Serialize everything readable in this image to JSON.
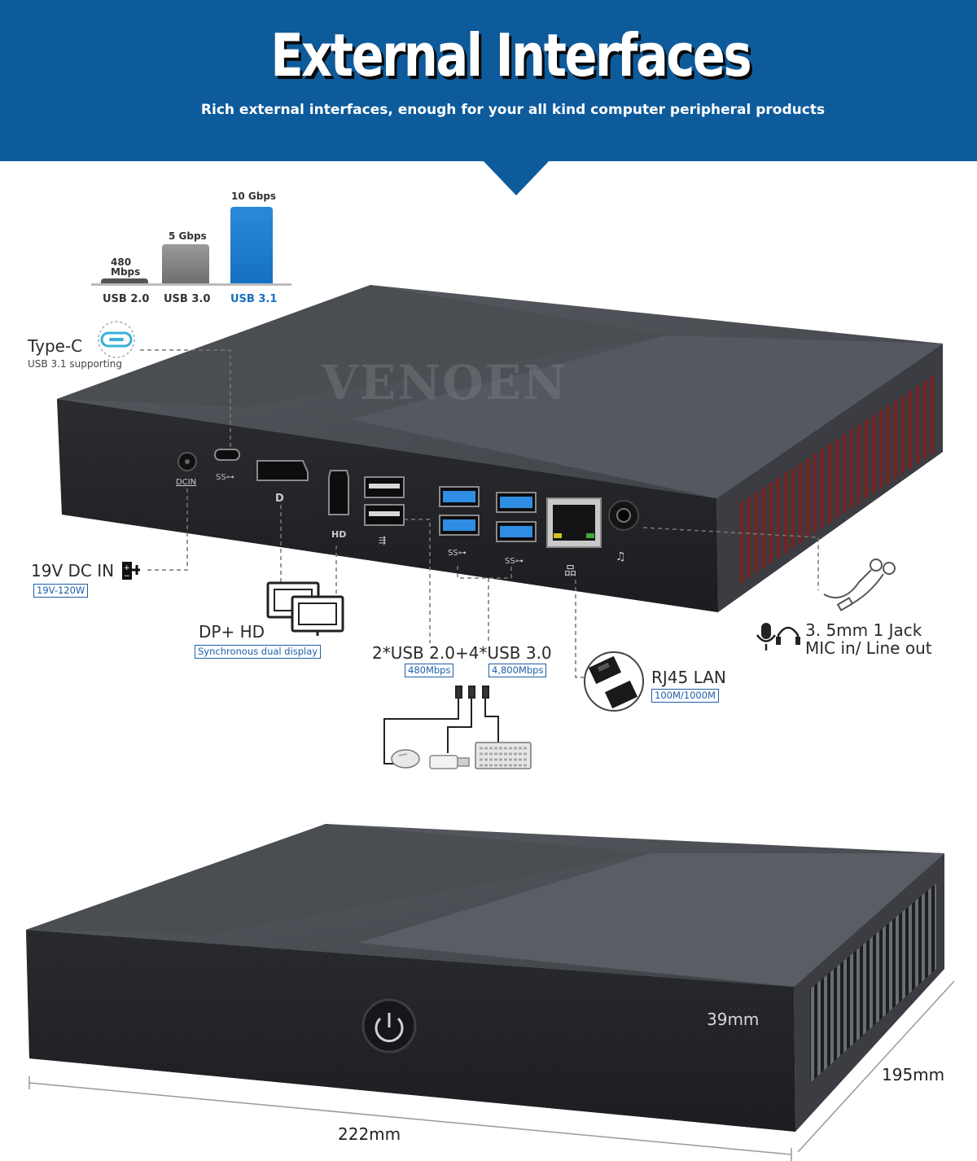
{
  "header": {
    "title": "External Interfaces",
    "subtitle": "Rich external interfaces, enough for your all kind computer peripheral products"
  },
  "speed_chart": {
    "bars": [
      {
        "speed": "480\nMbps",
        "port": "USB 2.0"
      },
      {
        "speed": "5 Gbps",
        "port": "USB 3.0"
      },
      {
        "speed": "10 Gbps",
        "port": "USB 3.1"
      }
    ]
  },
  "watermark": "VENOEN",
  "ports": {
    "type_c": {
      "title": "Type-C",
      "note": "USB 3.1 supporting"
    },
    "dc_in": {
      "title": "19V DC IN",
      "badge": "19V-120W",
      "panel_label": "DCIN"
    },
    "display": {
      "title": "DP+ HD",
      "badge": "Synchronous dual display",
      "hdmi_mark": "HD"
    },
    "usb": {
      "title": "2*USB 2.0+4*USB 3.0",
      "badge_left": "480Mbps",
      "badge_right": "4,800Mbps"
    },
    "lan": {
      "title": "RJ45 LAN",
      "badge": "100M/1000M"
    },
    "audio": {
      "line1": "3. 5mm 1 Jack",
      "line2": "MIC in/ Line out"
    }
  },
  "dimensions": {
    "height": "39mm",
    "depth": "195mm",
    "width": "222mm"
  },
  "colors": {
    "banner": "#0e5b9c",
    "accent": "#1c5fa8",
    "usb31_bar": "#1670c4",
    "usb3_port": "#2f8de4"
  },
  "icons": [
    "type-c-port-icon",
    "dc-power-icon",
    "dual-monitor-icon",
    "mouse-icon",
    "usb-flash-drive-icon",
    "keyboard-icon",
    "rj45-connector-icon",
    "microphone-icon",
    "headphones-icon",
    "audio-cable-icon",
    "power-button-icon"
  ]
}
